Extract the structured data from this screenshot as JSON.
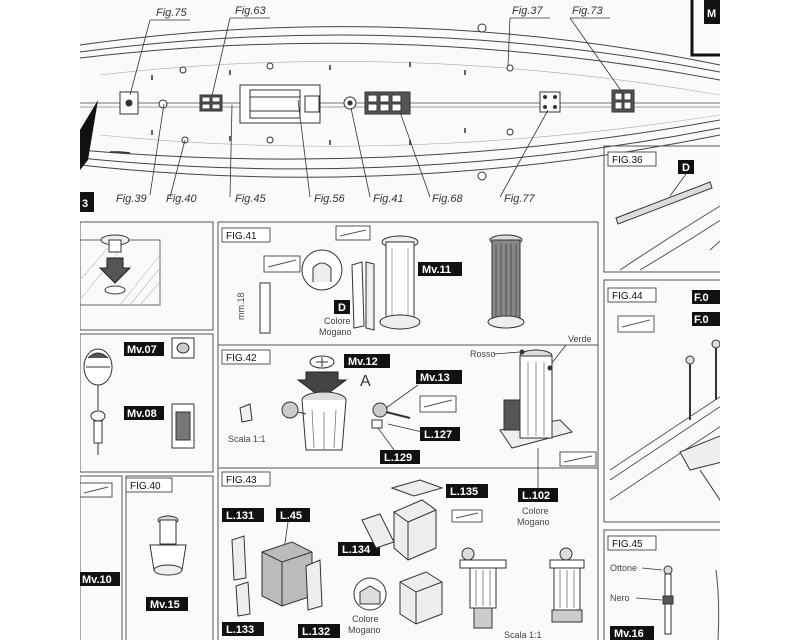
{
  "callouts": {
    "fig75": "Fig.75",
    "fig63": "Fig.63",
    "fig37": "Fig.37",
    "fig73": "Fig.73",
    "fig39": "Fig.39",
    "fig40": "Fig.40",
    "fig45": "Fig.45",
    "fig56": "Fig.56",
    "fig41": "Fig.41",
    "fig68": "Fig.68",
    "fig77": "Fig.77"
  },
  "panels": {
    "fig41": {
      "title": "FIG.41",
      "part_label": "Mv.11",
      "letter": "D",
      "wood_note": "Colore\nMogano",
      "dimension": "mm.18"
    },
    "fig42": {
      "title": "FIG.42",
      "part_a": "Mv.12",
      "part_b": "Mv.13",
      "part_c": "L.127",
      "part_d": "L.129",
      "part_e": "L.102",
      "letter": "A",
      "scale": "Scala 1:1",
      "color_a": "Rosso",
      "color_b": "Verde",
      "wood_note": "Colore\nMogano"
    },
    "fig43": {
      "title": "FIG.43",
      "parts": [
        "L.131",
        "L.45",
        "L.135",
        "L.134",
        "L.133",
        "L.132"
      ],
      "wood_note": "Colore\nMogano",
      "scale": "Scala 1:1"
    },
    "fig40": {
      "title": "FIG.40",
      "part": "Mv.15"
    },
    "left_mid": {
      "parts": [
        "Mv.07",
        "Mv.08"
      ]
    },
    "left_bottom": {
      "part": "Mv.10"
    },
    "fig36": {
      "title": "FIG.36",
      "letter": "D"
    },
    "fig44": {
      "title": "FIG.44",
      "parts": [
        "F.0",
        "F.0"
      ]
    },
    "fig45": {
      "title": "FIG.45",
      "part": "Mv.16",
      "color_a": "Ottone",
      "color_b": "Nero"
    },
    "top_right": {
      "letter": "M"
    },
    "left_edge": {
      "number": "3"
    }
  }
}
